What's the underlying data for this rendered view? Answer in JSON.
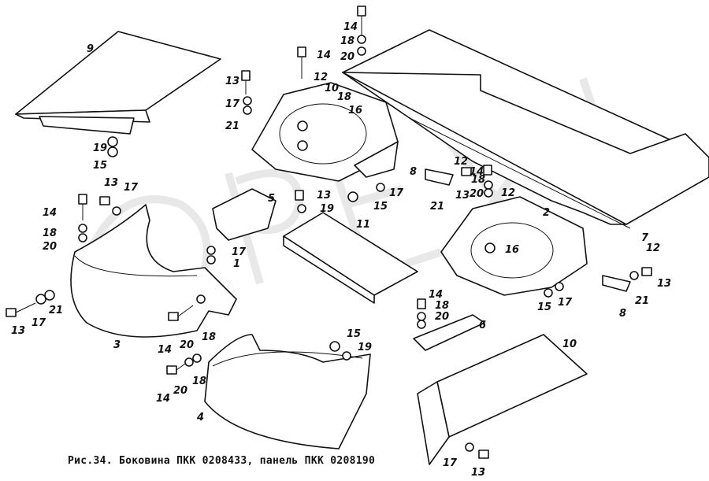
{
  "caption": "Рис.34. Боковина ПКК 0208433, панель ПКК 0208190",
  "callouts": [
    "9",
    "19",
    "15",
    "13",
    "17",
    "14",
    "18",
    "20",
    "21",
    "17",
    "13",
    "3",
    "14",
    "20",
    "18",
    "14",
    "20",
    "18",
    "4",
    "15",
    "19",
    "10",
    "17",
    "13",
    "14",
    "18",
    "20",
    "6",
    "5",
    "13",
    "19",
    "11",
    "15",
    "17",
    "17",
    "1",
    "13",
    "17",
    "21",
    "14",
    "12",
    "10",
    "18",
    "16",
    "14",
    "18",
    "20",
    "8",
    "21",
    "12",
    "14",
    "13",
    "18",
    "20",
    "12",
    "2",
    "16",
    "15",
    "17",
    "7",
    "12",
    "13",
    "21",
    "8"
  ],
  "watermark": "OPEX"
}
